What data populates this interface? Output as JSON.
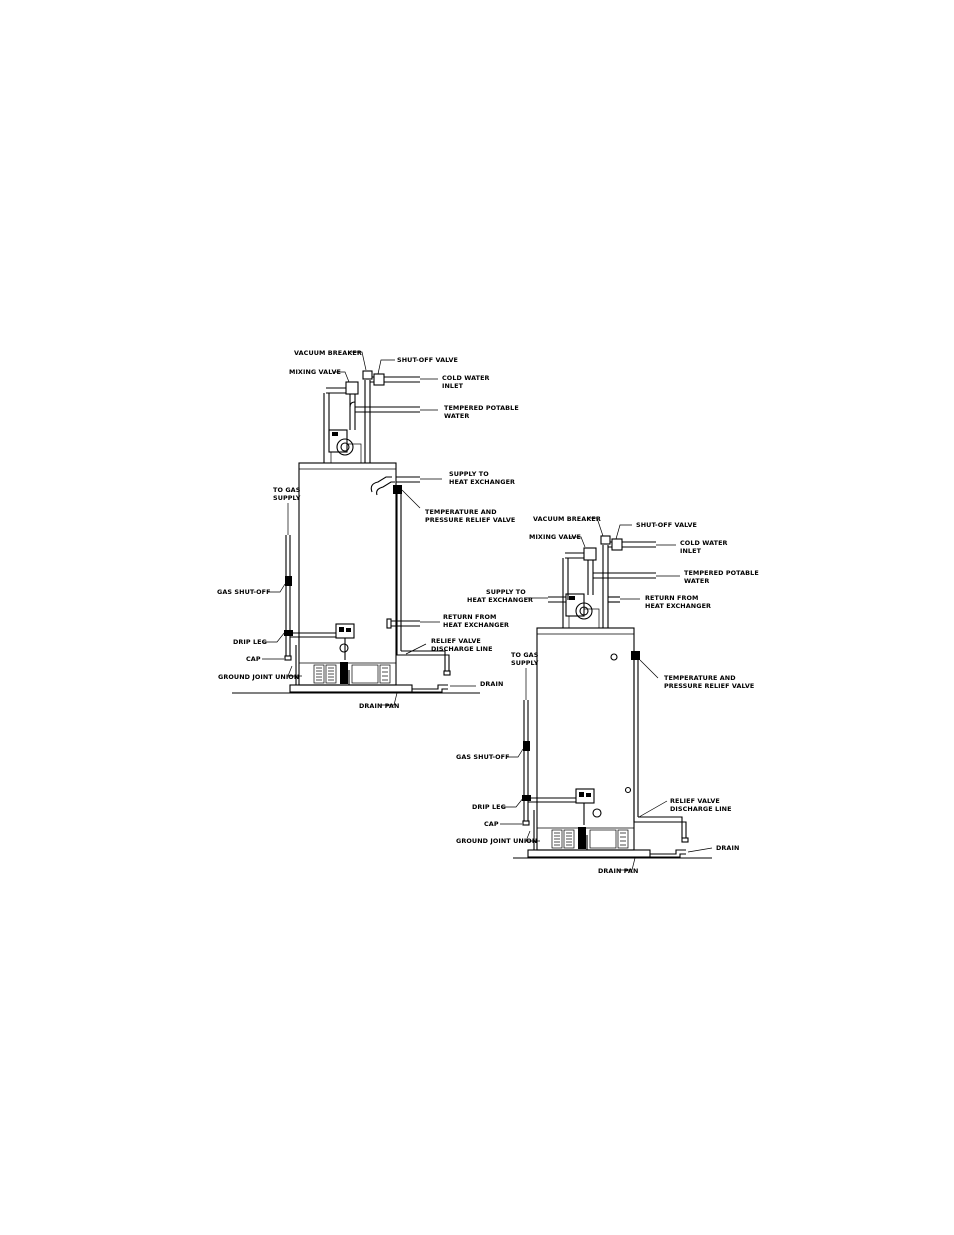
{
  "diagrams": [
    {
      "labels": {
        "vacuum_breaker": "VACUUM BREAKER",
        "shut_off_valve": "SHUT-OFF VALVE",
        "mixing_valve": "MIXING VALVE",
        "cold_water_1": "COLD WATER",
        "cold_water_2": "INLET",
        "tempered_1": "TEMPERED POTABLE",
        "tempered_2": "WATER",
        "supply_1": "SUPPLY TO",
        "supply_2": "HEAT EXCHANGER",
        "to_gas_1": "TO GAS",
        "to_gas_2": "SUPPLY",
        "tp_1": "TEMPERATURE AND",
        "tp_2": "PRESSURE RELIEF VALVE",
        "gas_shutoff": "GAS SHUT-OFF",
        "return_1": "RETURN FROM",
        "return_2": "HEAT EXCHANGER",
        "drip_leg": "DRIP LEG",
        "relief_1": "RELIEF VALVE",
        "relief_2": "DISCHARGE LINE",
        "cap": "CAP",
        "ground_joint": "GROUND JOINT UNION",
        "drain": "DRAIN",
        "drain_pan": "DRAIN PAN"
      }
    },
    {
      "labels": {
        "vacuum_breaker": "VACUUM BREAKER",
        "shut_off_valve": "SHUT-OFF VALVE",
        "mixing_valve": "MIXING VALVE",
        "cold_water_1": "COLD WATER",
        "cold_water_2": "INLET",
        "supply_1": "SUPPLY TO",
        "supply_2": "HEAT EXCHANGER",
        "tempered_1": "TEMPERED POTABLE",
        "tempered_2": "WATER",
        "return_1": "RETURN FROM",
        "return_2": "HEAT EXCHANGER",
        "to_gas_1": "TO GAS",
        "to_gas_2": "SUPPLY",
        "tp_1": "TEMPERATURE AND",
        "tp_2": "PRESSURE RELIEF VALVE",
        "gas_shutoff": "GAS SHUT-OFF",
        "drip_leg": "DRIP LEG",
        "relief_1": "RELIEF VALVE",
        "relief_2": "DISCHARGE LINE",
        "cap": "CAP",
        "ground_joint": "GROUND JOINT UNION",
        "drain": "DRAIN",
        "drain_pan": "DRAIN PAN"
      }
    }
  ]
}
